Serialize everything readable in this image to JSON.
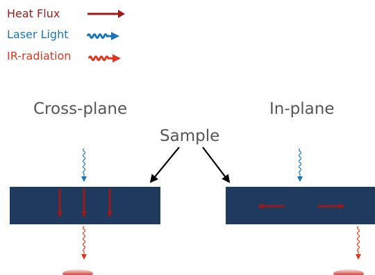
{
  "legend": {
    "heat_flux": "Heat Flux",
    "laser_light": "Laser Light",
    "ir_radiation": "IR-radiation"
  },
  "labels": {
    "cross_plane": "Cross-plane",
    "in_plane": "In-plane",
    "sample": "Sample"
  },
  "colors": {
    "heat_flux": "#9b1b1b",
    "laser_light": "#1a74b7",
    "ir_radiation": "#e0361f",
    "sample_fill": "#1e3a5f",
    "label_gray": "#555555",
    "detector": "#c0392b"
  }
}
